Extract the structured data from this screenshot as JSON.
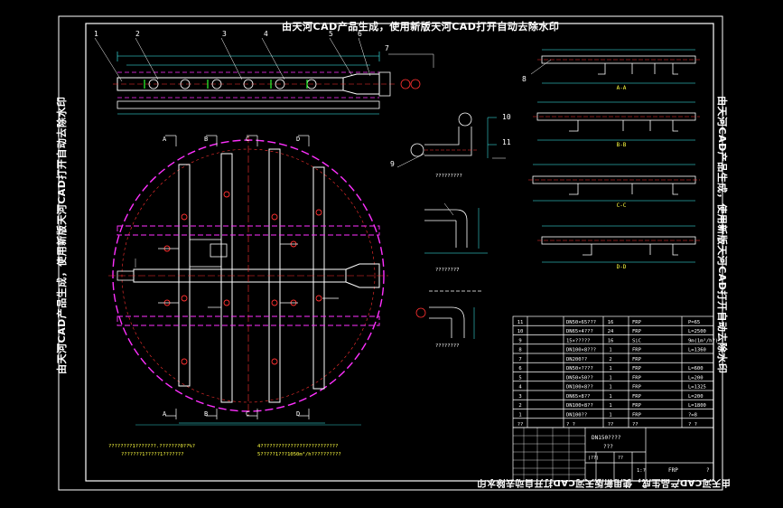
{
  "watermark": {
    "top": "由天河CAD产品生成，使用新版天河CAD打开自动去除水印",
    "bottom": "由天河CAD产品生成，使用新版天河CAD打开自动去除水印",
    "left": "由天河CAD产品生成，使用新版天河CAD打开自动去除水印",
    "right": "由天河CAD产品生成，使用新版天河CAD打开自动去除水印"
  },
  "part_labels": [
    "1",
    "2",
    "3",
    "4",
    "5",
    "6",
    "7",
    "8",
    "9",
    "10",
    "11"
  ],
  "section_labels": {
    "a": "A-A",
    "b": "B-B",
    "c": "C-C",
    "d": "D-D",
    "A": "A",
    "B": "B",
    "C": "C",
    "D": "D"
  },
  "detail_captions": [
    "?????????",
    "???????7",
    "????????"
  ],
  "bom": {
    "rows": [
      {
        "no": "11",
        "spec": "DN50×65???",
        "qty": "16",
        "mat": "FRP",
        "note": "P=65"
      },
      {
        "no": "10",
        "spec": "DN65×4???",
        "qty": "24",
        "mat": "FRP",
        "note": "L=2500"
      },
      {
        "no": "9",
        "spec": "15×?????",
        "qty": "16",
        "mat": "SiC",
        "note": "9m(1m³/h?)"
      },
      {
        "no": "8",
        "spec": "DN100×8???",
        "qty": "1",
        "mat": "FRP",
        "note": "L=1360"
      },
      {
        "no": "7",
        "spec": "DN200??",
        "qty": "2",
        "mat": "FRP",
        "note": ""
      },
      {
        "no": "6",
        "spec": "DN50×????",
        "qty": "1",
        "mat": "FRP",
        "note": "L=600"
      },
      {
        "no": "5",
        "spec": "DN50×50??",
        "qty": "1",
        "mat": "FRP",
        "note": "L=200"
      },
      {
        "no": "4",
        "spec": "DN100×8??",
        "qty": "1",
        "mat": "FRP",
        "note": "L=1325"
      },
      {
        "no": "3",
        "spec": "DN65×8??",
        "qty": "1",
        "mat": "FRP",
        "note": "L=200"
      },
      {
        "no": "2",
        "spec": "DN100×8??",
        "qty": "1",
        "mat": "FRP",
        "note": "L=1800"
      },
      {
        "no": "1",
        "spec": "DN100??",
        "qty": "1",
        "mat": "FRP",
        "note": "?=8"
      }
    ],
    "header": {
      "no": "??",
      "spec": "? ?",
      "qty": "??",
      "mat": "??",
      "note": "? ?"
    }
  },
  "title_block": {
    "name_line1": "DN150????",
    "name_line2": "???",
    "material": "FRP",
    "scale": "1:?",
    "sheet": "?",
    "cell_a": "(??)",
    "cell_b": "??"
  },
  "notes_left": [
    "????????1???????.???????0??%?",
    "???????1?????1???????"
  ],
  "notes_right": [
    "4??????????????????????????",
    "5?????1???1050m³/h??????????"
  ],
  "colors": {
    "pipe": "#ffffff",
    "centerline": "#ff3030",
    "magenta": "#ff30ff",
    "dimension": "#40ffff",
    "green": "#30ff30",
    "yellow": "#ffff40",
    "frame": "#ffffff"
  }
}
